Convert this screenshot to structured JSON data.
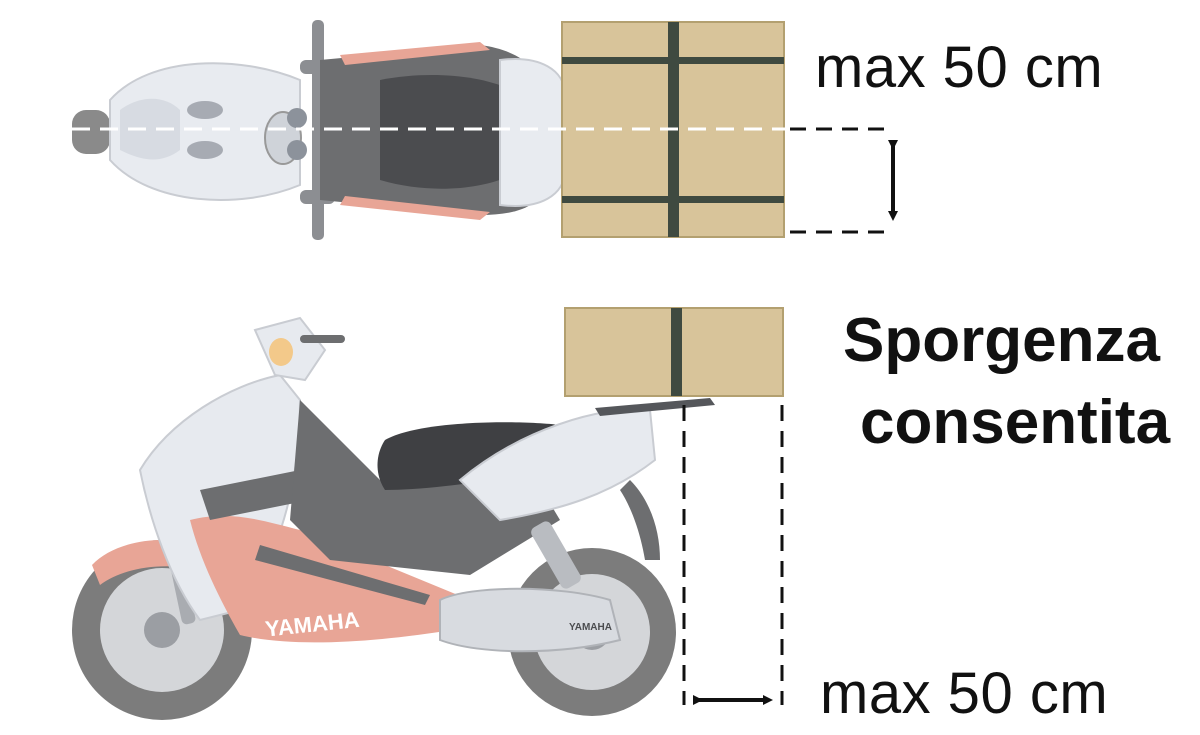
{
  "labels": {
    "top_measure": "max 50 cm",
    "title_line1": "Sporgenza",
    "title_line2": "consentita",
    "bottom_measure": "max 50 cm"
  },
  "brand": {
    "decal_main": "YAMAHA",
    "decal_engine": "YAMAHA"
  },
  "colors": {
    "box": "#d8c49a",
    "box_edge": "#b3a070",
    "strap": "#3f4a40",
    "scooter_red": "#e8a596",
    "scooter_silver": "#e7eaef",
    "scooter_dark": "#6d6e70",
    "wheel": "#7c7c7c",
    "dashes": "#111111"
  },
  "icons": [
    "double-arrow-vertical-icon",
    "double-arrow-horizontal-icon"
  ]
}
